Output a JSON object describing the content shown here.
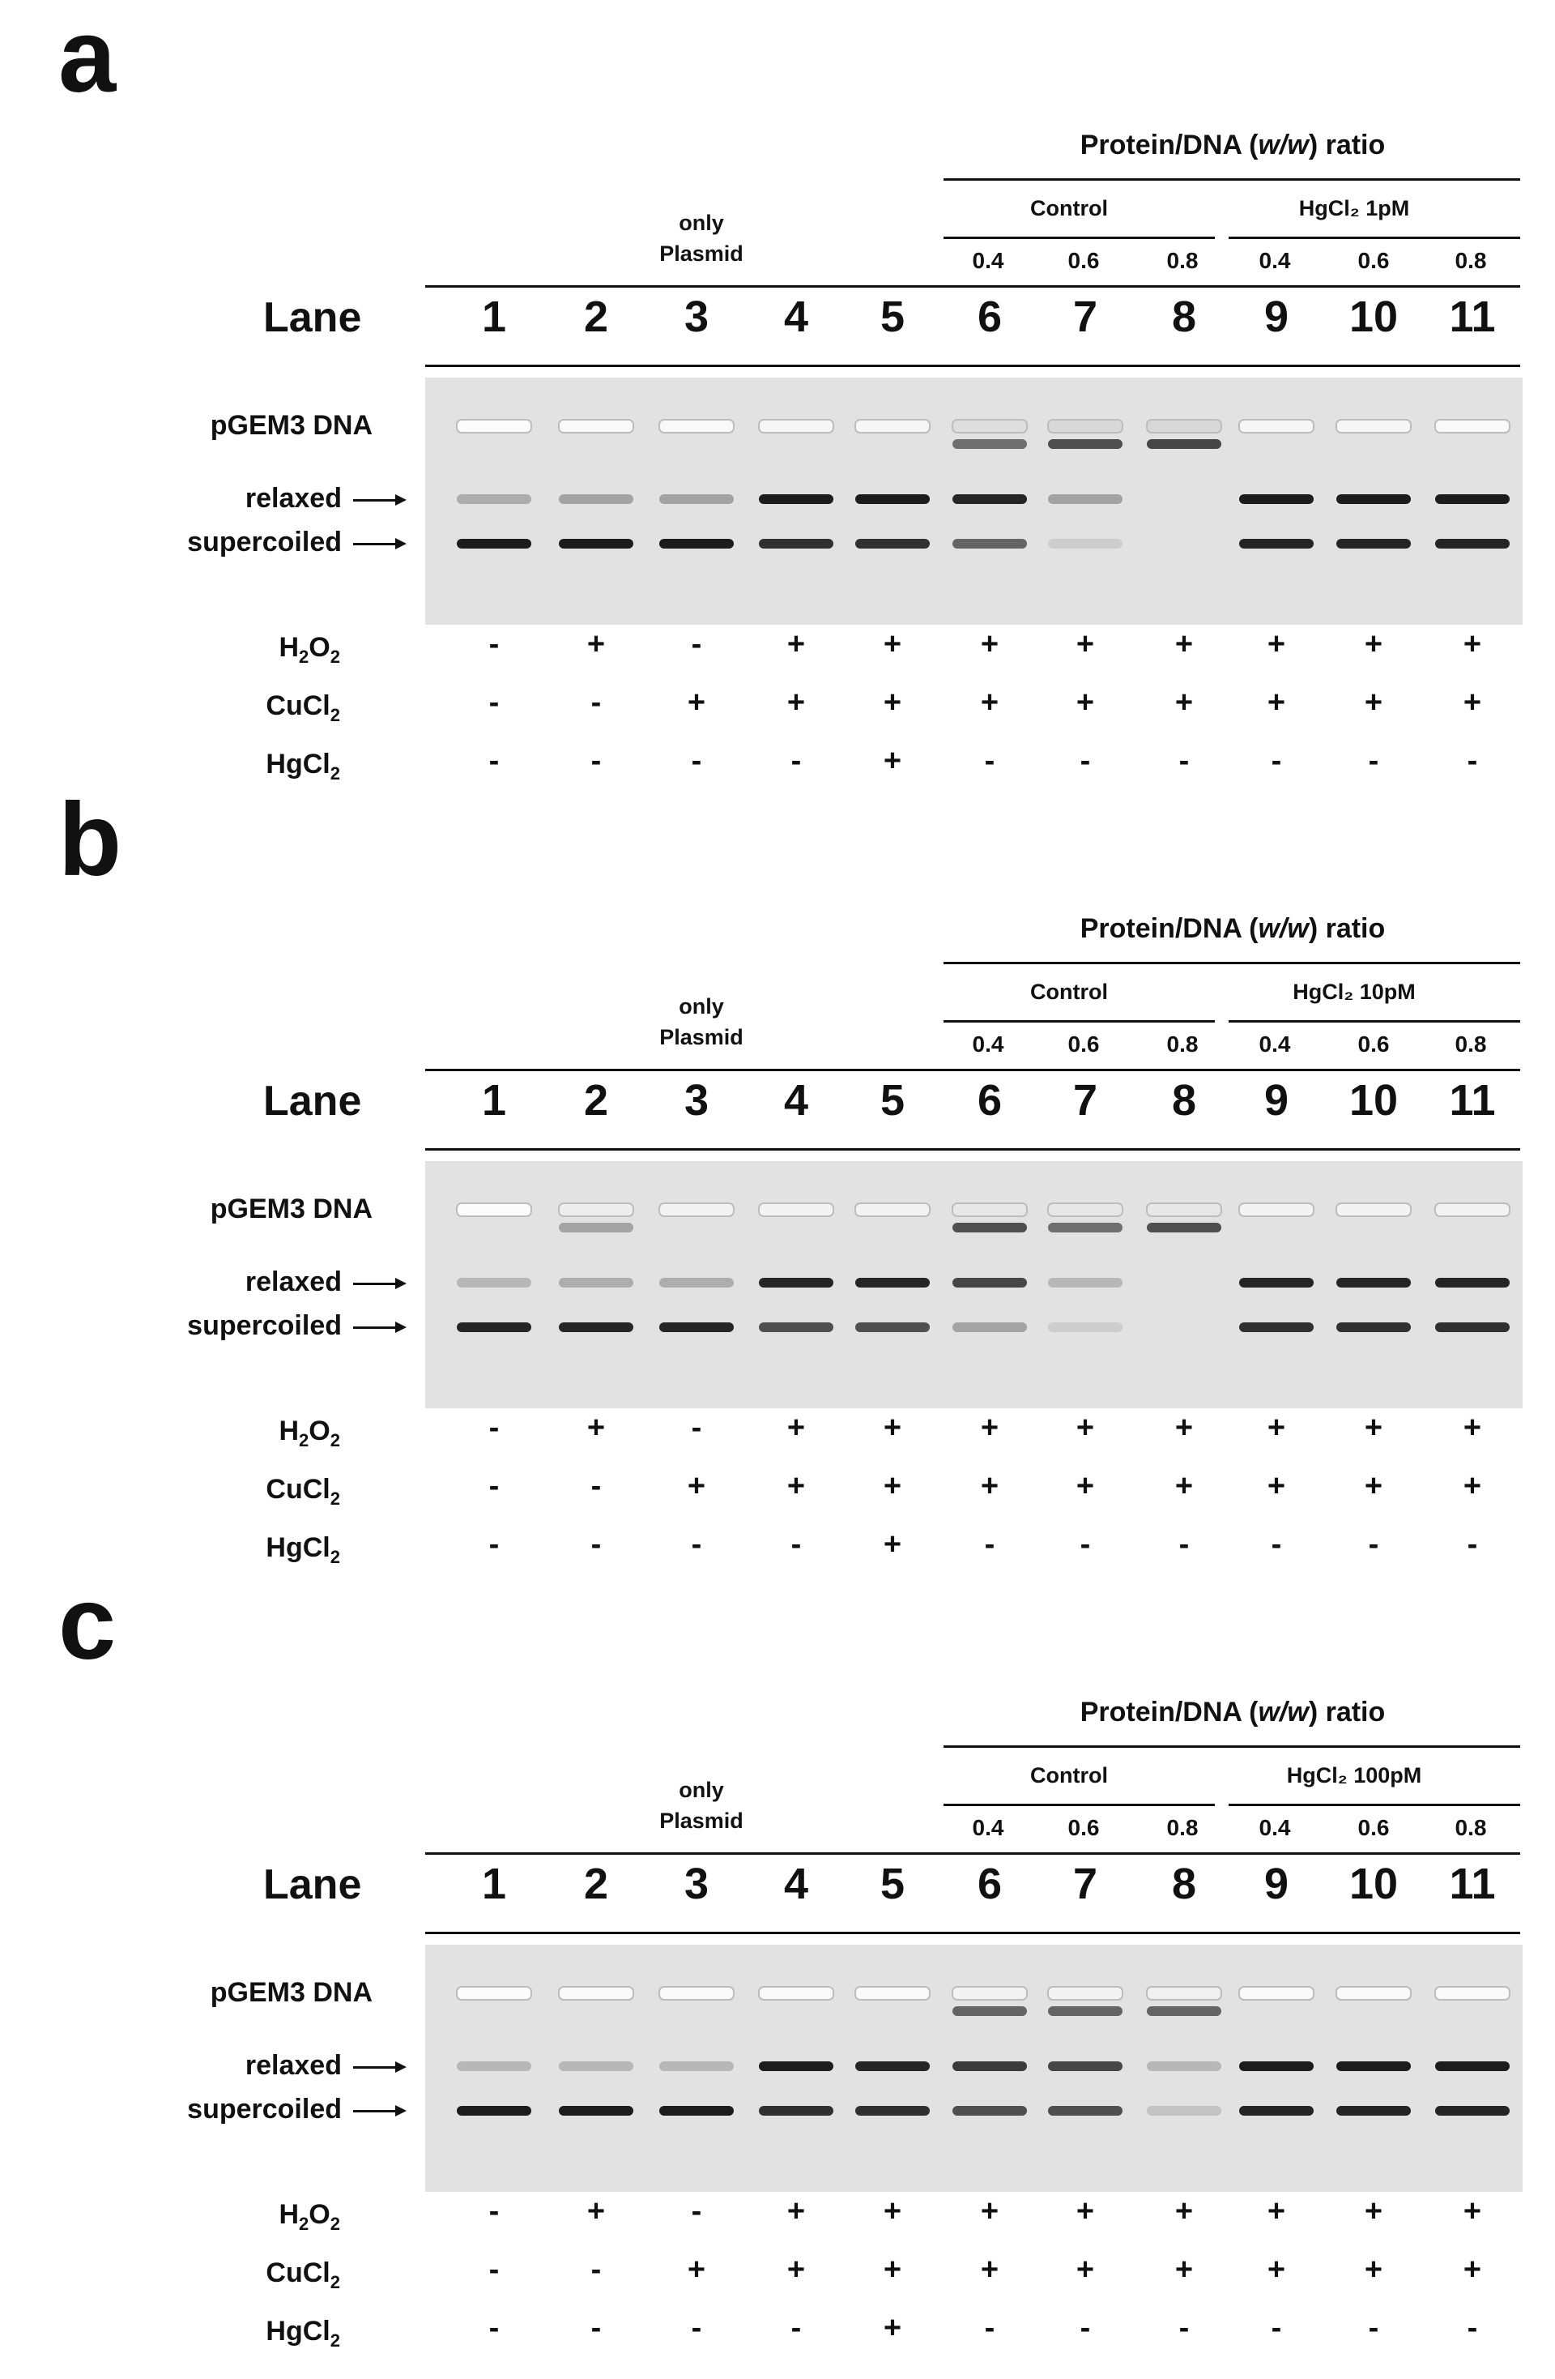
{
  "figure": {
    "panels": [
      {
        "letter": "a",
        "protein_dna_title": "Protein/DNA (w/w) ratio",
        "group_control": "Control",
        "group_hg": "HgCl₂ 1pM",
        "plasmid_label_line1": "only",
        "plasmid_label_line2": "Plasmid",
        "ratios": [
          "0.4",
          "0.6",
          "0.8",
          "0.4",
          "0.6",
          "0.8"
        ],
        "lane_title": "Lane",
        "lanes": [
          "1",
          "2",
          "3",
          "4",
          "5",
          "6",
          "7",
          "8",
          "9",
          "10",
          "11"
        ],
        "gel_label_dna": "pGEM3 DNA",
        "gel_label_relaxed": "relaxed",
        "gel_label_supercoiled": "supercoiled",
        "reagents": [
          {
            "name": "H",
            "sub1": "2",
            "mid": "O",
            "sub2": "2",
            "values": [
              "-",
              "+",
              "-",
              "+",
              "+",
              "+",
              "+",
              "+",
              "+",
              "+",
              "+"
            ]
          },
          {
            "name": "CuCl",
            "sub1": "2",
            "mid": "",
            "sub2": "",
            "values": [
              "-",
              "-",
              "+",
              "+",
              "+",
              "+",
              "+",
              "+",
              "+",
              "+",
              "+"
            ]
          },
          {
            "name": "HgCl",
            "sub1": "2",
            "mid": "",
            "sub2": "",
            "values": [
              "-",
              "-",
              "-",
              "-",
              "+",
              "-",
              "-",
              "-",
              "-",
              "-",
              "-"
            ]
          }
        ],
        "bands": {
          "well": [
            0.95,
            0.9,
            0.9,
            0.85,
            0.85,
            0.45,
            0.35,
            0.35,
            0.85,
            0.85,
            0.9
          ],
          "relaxed": [
            0.25,
            0.3,
            0.3,
            0.95,
            0.95,
            0.9,
            0.3,
            0.0,
            0.95,
            0.95,
            0.95
          ],
          "supercoiled": [
            0.95,
            0.95,
            0.95,
            0.85,
            0.85,
            0.6,
            0.1,
            0.0,
            0.9,
            0.9,
            0.9
          ],
          "upper": [
            0.0,
            0.0,
            0.0,
            0.0,
            0.0,
            0.55,
            0.7,
            0.75,
            0.0,
            0.0,
            0.0
          ]
        }
      },
      {
        "letter": "b",
        "protein_dna_title": "Protein/DNA (w/w) ratio",
        "group_control": "Control",
        "group_hg": "HgCl₂ 10pM",
        "plasmid_label_line1": "only",
        "plasmid_label_line2": "Plasmid",
        "ratios": [
          "0.4",
          "0.6",
          "0.8",
          "0.4",
          "0.6",
          "0.8"
        ],
        "lane_title": "Lane",
        "lanes": [
          "1",
          "2",
          "3",
          "4",
          "5",
          "6",
          "7",
          "8",
          "9",
          "10",
          "11"
        ],
        "gel_label_dna": "pGEM3 DNA",
        "gel_label_relaxed": "relaxed",
        "gel_label_supercoiled": "supercoiled",
        "reagents": [
          {
            "name": "H",
            "sub1": "2",
            "mid": "O",
            "sub2": "2",
            "values": [
              "-",
              "+",
              "-",
              "+",
              "+",
              "+",
              "+",
              "+",
              "+",
              "+",
              "+"
            ]
          },
          {
            "name": "CuCl",
            "sub1": "2",
            "mid": "",
            "sub2": "",
            "values": [
              "-",
              "-",
              "+",
              "+",
              "+",
              "+",
              "+",
              "+",
              "+",
              "+",
              "+"
            ]
          },
          {
            "name": "HgCl",
            "sub1": "2",
            "mid": "",
            "sub2": "",
            "values": [
              "-",
              "-",
              "-",
              "-",
              "+",
              "-",
              "-",
              "-",
              "-",
              "-",
              "-"
            ]
          }
        ],
        "bands": {
          "well": [
            0.95,
            0.7,
            0.8,
            0.8,
            0.8,
            0.6,
            0.6,
            0.6,
            0.8,
            0.8,
            0.8
          ],
          "relaxed": [
            0.2,
            0.25,
            0.25,
            0.9,
            0.9,
            0.75,
            0.2,
            0.0,
            0.9,
            0.9,
            0.9
          ],
          "supercoiled": [
            0.9,
            0.9,
            0.9,
            0.7,
            0.7,
            0.3,
            0.1,
            0.0,
            0.85,
            0.85,
            0.85
          ],
          "upper": [
            0.0,
            0.3,
            0.0,
            0.0,
            0.0,
            0.7,
            0.55,
            0.7,
            0.0,
            0.0,
            0.0
          ]
        }
      },
      {
        "letter": "c",
        "protein_dna_title": "Protein/DNA (w/w) ratio",
        "group_control": "Control",
        "group_hg": "HgCl₂ 100pM",
        "plasmid_label_line1": "only",
        "plasmid_label_line2": "Plasmid",
        "ratios": [
          "0.4",
          "0.6",
          "0.8",
          "0.4",
          "0.6",
          "0.8"
        ],
        "lane_title": "Lane",
        "lanes": [
          "1",
          "2",
          "3",
          "4",
          "5",
          "6",
          "7",
          "8",
          "9",
          "10",
          "11"
        ],
        "gel_label_dna": "pGEM3 DNA",
        "gel_label_relaxed": "relaxed",
        "gel_label_supercoiled": "supercoiled",
        "reagents": [
          {
            "name": "H",
            "sub1": "2",
            "mid": "O",
            "sub2": "2",
            "values": [
              "-",
              "+",
              "-",
              "+",
              "+",
              "+",
              "+",
              "+",
              "+",
              "+",
              "+"
            ]
          },
          {
            "name": "CuCl",
            "sub1": "2",
            "mid": "",
            "sub2": "",
            "values": [
              "-",
              "-",
              "+",
              "+",
              "+",
              "+",
              "+",
              "+",
              "+",
              "+",
              "+"
            ]
          },
          {
            "name": "HgCl",
            "sub1": "2",
            "mid": "",
            "sub2": "",
            "values": [
              "-",
              "-",
              "-",
              "-",
              "+",
              "-",
              "-",
              "-",
              "-",
              "-",
              "-"
            ]
          }
        ],
        "bands": {
          "well": [
            0.95,
            0.9,
            0.9,
            0.9,
            0.9,
            0.8,
            0.8,
            0.75,
            0.9,
            0.9,
            0.9
          ],
          "relaxed": [
            0.2,
            0.2,
            0.2,
            0.95,
            0.9,
            0.8,
            0.75,
            0.2,
            0.95,
            0.95,
            0.95
          ],
          "supercoiled": [
            0.95,
            0.95,
            0.95,
            0.85,
            0.85,
            0.7,
            0.7,
            0.15,
            0.9,
            0.9,
            0.9
          ],
          "upper": [
            0.0,
            0.0,
            0.0,
            0.0,
            0.0,
            0.6,
            0.6,
            0.6,
            0.0,
            0.0,
            0.0
          ]
        }
      }
    ]
  }
}
